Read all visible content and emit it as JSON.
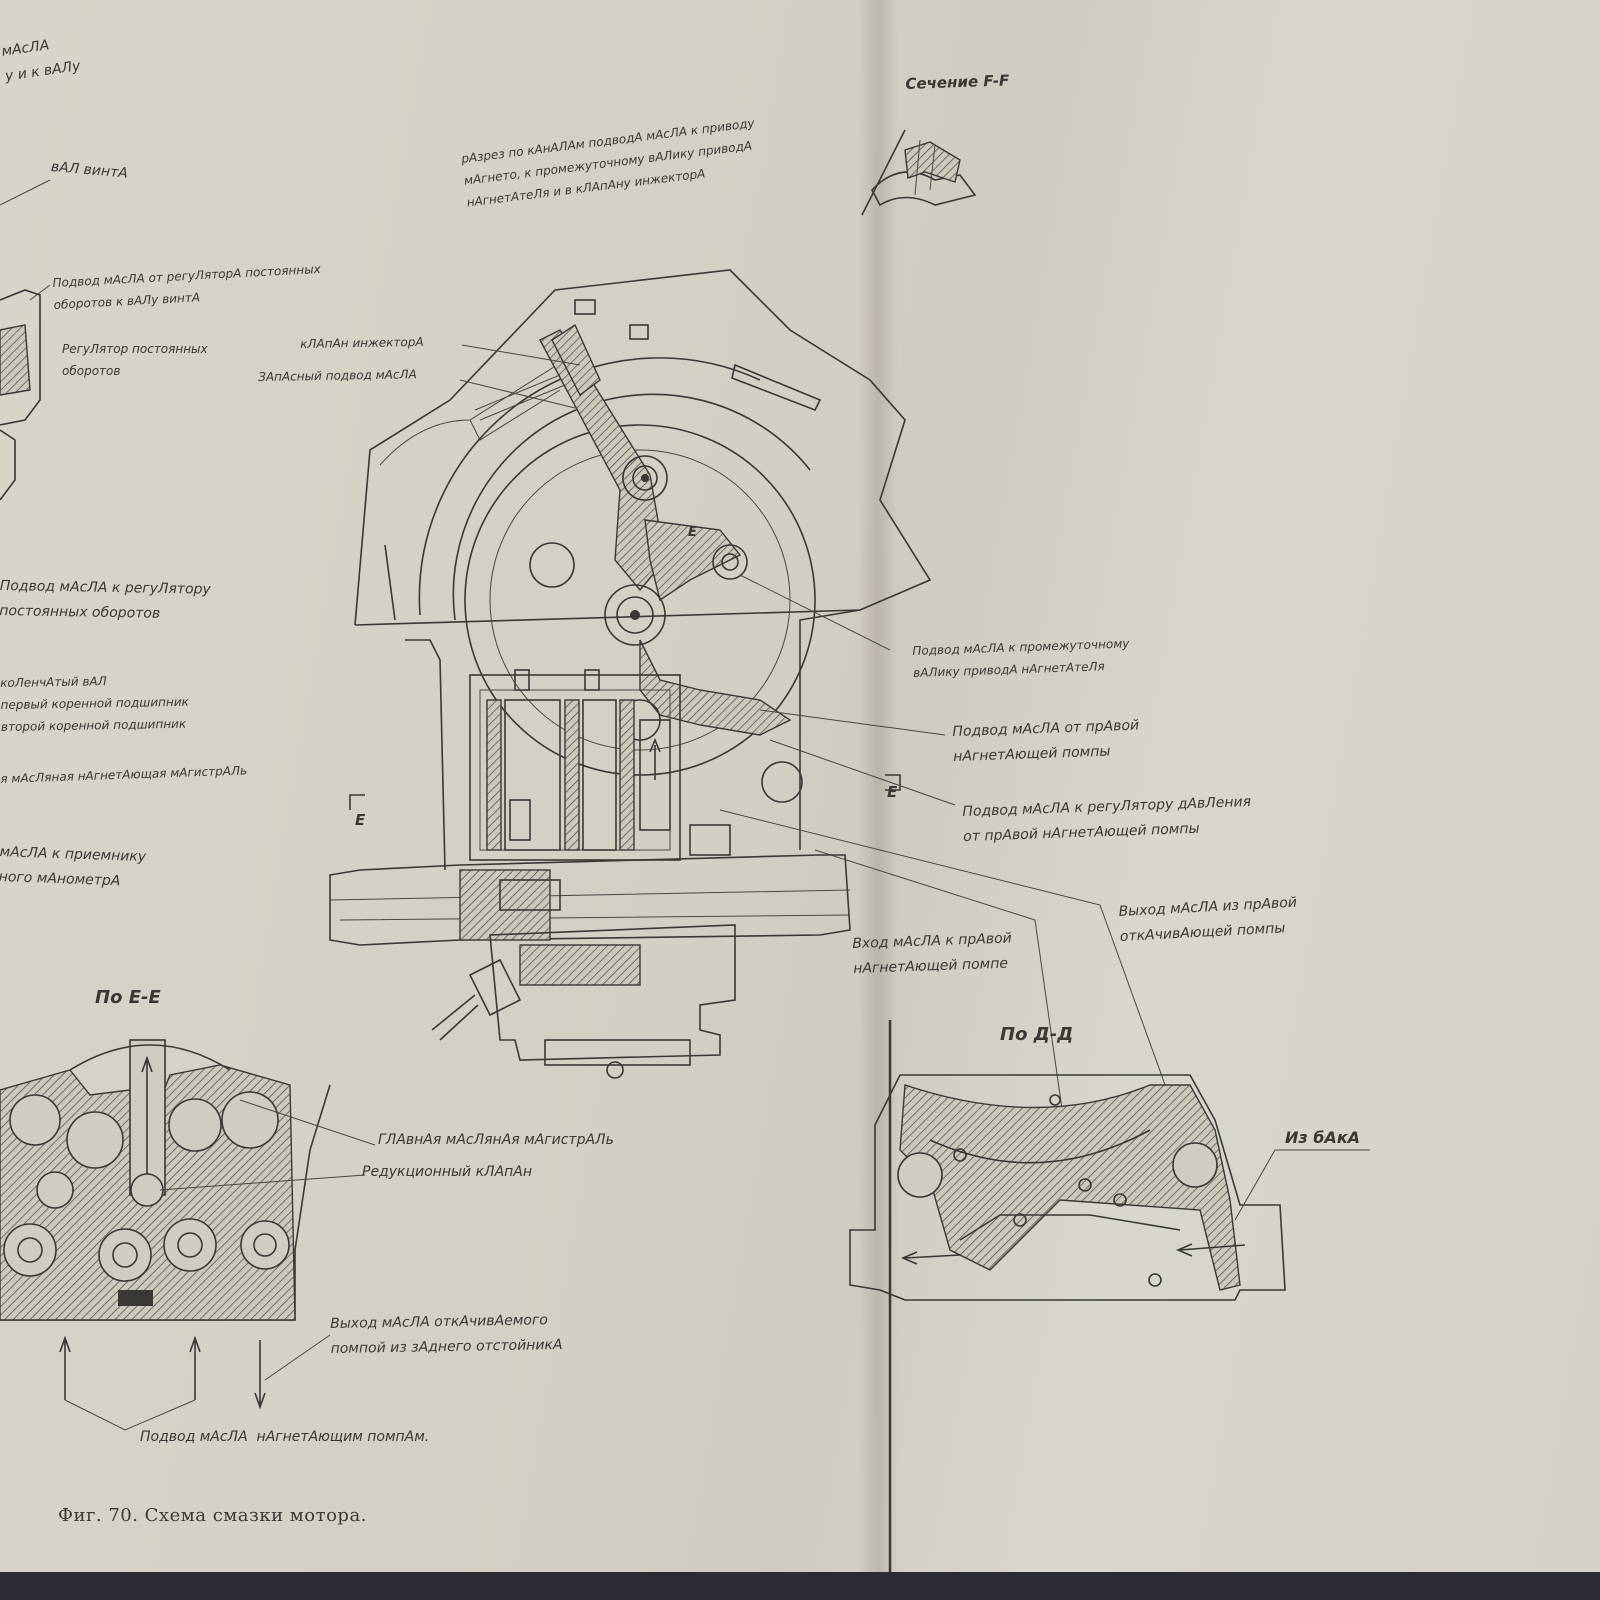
{
  "labels": {
    "top_left_1": "мАсЛА\nу и к вАЛу",
    "val_vinta": "вАЛ винтА",
    "section_ff": "Сечение F-F",
    "razrez": "рАзрез по кАнАЛАм подводА мАсЛА к приводу\nмАгнето, к промежуточному вАЛику приводА\nнАгнетАтеЛя и в кЛАпАну инжекторА",
    "podvod_regulator_vint": "Подвод мАсЛА от регуЛяторА постоянных\nоборотов к вАЛу винтА",
    "regulator_postoyannykh": "РегуЛятор постоянных\nоборотов",
    "klapan_inzhektora": "кЛАпАн инжекторА",
    "zapasnoy_podvod": "ЗАпАсный подвод мАсЛА",
    "podvod_k_regulatoru": "Подвод мАсЛА к регуЛятору\nпостоянных оборотов",
    "kolenchatyy_val": "коЛенчАтый вАЛ\nпервый коренной подшипник\nвторой коренной подшипник",
    "glavnaya_left": "я мАсЛяная нАгнетАющая мАгистрАЛь",
    "k_priemniku": "мАсЛА к приемнику\nного мАнометрА",
    "promezhutochnomu": "Подвод мАсЛА к промежуточному\nвАЛику приводА нАгнетАтеЛя",
    "ot_pravoy": "Подвод мАсЛА от прАвой\nнАгнетАющей помпы",
    "regulator_davleniya": "Подвод мАсЛА к регуЛятору дАвЛения\nот прАвой нАгнетАющей помпы",
    "vykhod_pravoy": "Выход мАсЛА из прАвой\nоткАчивАющей помпы",
    "vkhod_pravoy": "Вход мАсЛА к прАвой\nнАгнетАющей помпе",
    "po_ee": "По Е-Е",
    "po_dd": "По Д-Д",
    "iz_baka": "Из бАкА",
    "glavnaya": "ГЛАвнАя мАсЛянАя мАгистрАЛь",
    "redukcionnyy": "Редукционный кЛАпАн",
    "vykhod_zadnego": "Выход мАсЛА откАчивАемого\nпомпой из зАднего отстойникА",
    "podvod_nagnetayushchim": "Подвод мАсЛА  нАгнетАющим помпАм.",
    "mark_e_left": "Е",
    "mark_e_right": "Е",
    "mark_e_center": "Е"
  },
  "caption": "Фиг. 70. Схема смазки мотора."
}
